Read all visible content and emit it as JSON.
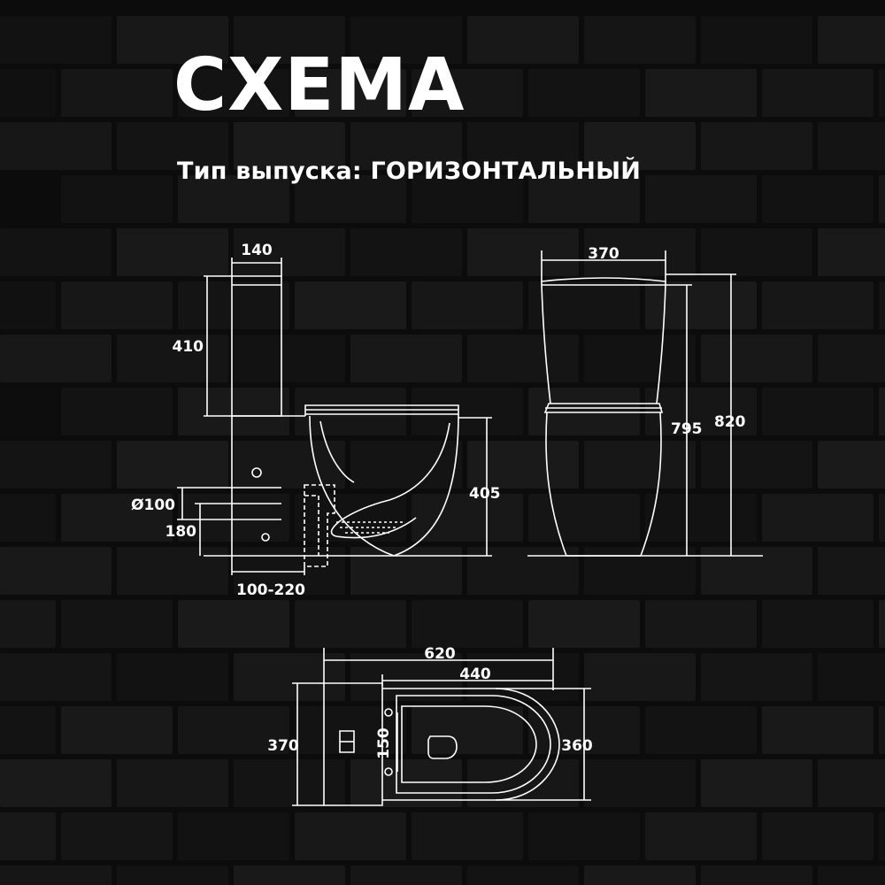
{
  "title": "СХЕМА",
  "subtitle": "Тип выпуска: ГОРИЗОНТАЛЬНЫЙ",
  "side_view": {
    "tank_width": "140",
    "tank_height": "410",
    "outlet_diameter": "Ø100",
    "outlet_height": "180",
    "outlet_distance": "100-220",
    "bowl_height": "405"
  },
  "front_view": {
    "width": "370",
    "seat_height": "795",
    "total_height": "820"
  },
  "top_view": {
    "total_length": "620",
    "bowl_length": "440",
    "tank_depth": "370",
    "mount_spacing": "150",
    "bowl_width": "360"
  },
  "colors": {
    "background": "#0c0c0c",
    "brick": "#161616",
    "line": "#ffffff"
  }
}
